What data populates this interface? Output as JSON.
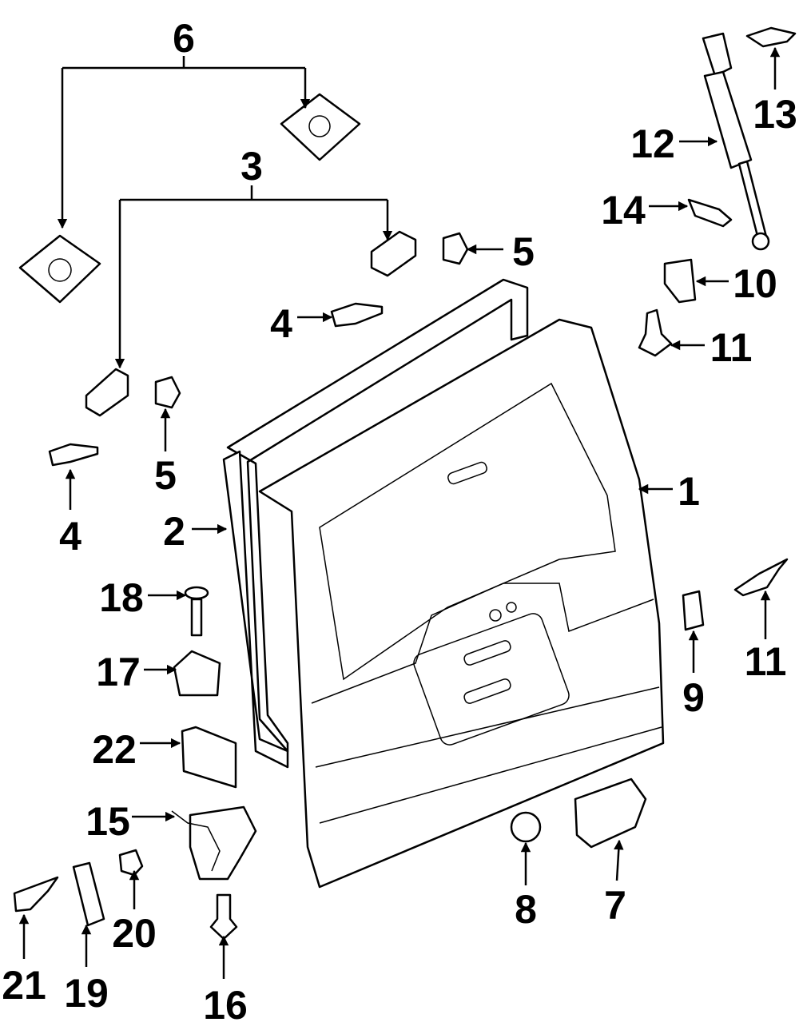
{
  "diagram": {
    "callouts": {
      "c1": "1",
      "c2": "2",
      "c3": "3",
      "c4a": "4",
      "c4b": "4",
      "c5a": "5",
      "c5b": "5",
      "c6": "6",
      "c7": "7",
      "c8": "8",
      "c9": "9",
      "c10": "10",
      "c11a": "11",
      "c11b": "11",
      "c12": "12",
      "c13": "13",
      "c14": "14",
      "c15": "15",
      "c16": "16",
      "c17": "17",
      "c18": "18",
      "c19": "19",
      "c20": "20",
      "c21": "21",
      "c22": "22"
    },
    "colors": {
      "line": "#000000",
      "background": "#ffffff"
    }
  }
}
